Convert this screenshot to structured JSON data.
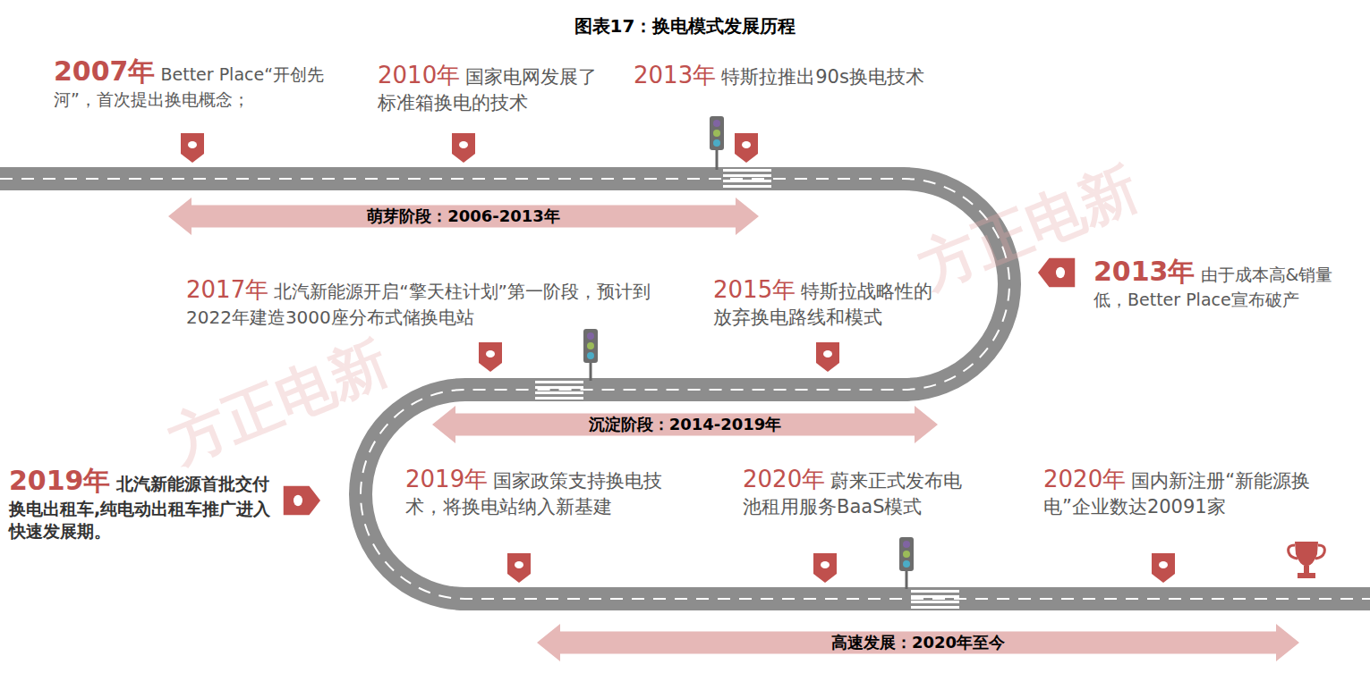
{
  "diagram": {
    "title": "图表17：换电模式发展历程",
    "nodes": [
      {
        "text": [
          "萌芽阶段：2006-2013年"
        ]
      },
      {
        "text": [
          "沉淀阶段：2014-2019年"
        ]
      },
      {
        "text": [
          "高速发展：2020年至今"
        ]
      }
    ],
    "labels": [
      "2007年",
      "Better Place“开创先河”，首次提出换电概念；",
      "2010年",
      "国家电网发展了标准箱换电的技术",
      "2013年",
      "特斯拉推出90s换电技术",
      "2013年",
      "由于成本高&销量低，Better Place宣布破产",
      "2017年",
      "北汽新能源开启“擎天柱计划”第一阶段，预计到2022年建造3000座分布式储换电站",
      "2015年",
      "特斯拉战略性的放弃换电路线和模式",
      "2019年",
      "北汽新能源首批交付换电出租车,纯电动出租车推广进入快速发展期。",
      "2019年",
      "国家政策支持换电技术，将换电站纳入新基建",
      "2020年",
      "蔚来正式发布电池租用服务BaaS模式",
      "2020年",
      "国内新注册“新能源换电”企业数达20091家",
      "方正电新",
      "方正电新"
    ]
  }
}
